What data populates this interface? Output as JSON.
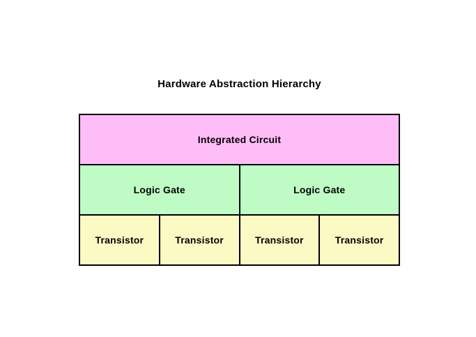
{
  "title": "Hardware Abstraction Hierarchy",
  "colors": {
    "background": "#ffffff",
    "border": "#000000",
    "text": "#000000",
    "integrated_circuit_fill": "#ffbdf8",
    "logic_gate_fill": "#bffcc5",
    "transistor_fill": "#fbf9c4"
  },
  "hierarchy": {
    "levels": [
      {
        "name": "integrated-circuit-level",
        "fill": "integrated_circuit_fill",
        "cells": [
          "Integrated Circuit"
        ]
      },
      {
        "name": "logic-gate-level",
        "fill": "logic_gate_fill",
        "cells": [
          "Logic Gate",
          "Logic Gate"
        ]
      },
      {
        "name": "transistor-level",
        "fill": "transistor_fill",
        "cells": [
          "Transistor",
          "Transistor",
          "Transistor",
          "Transistor"
        ]
      }
    ]
  }
}
